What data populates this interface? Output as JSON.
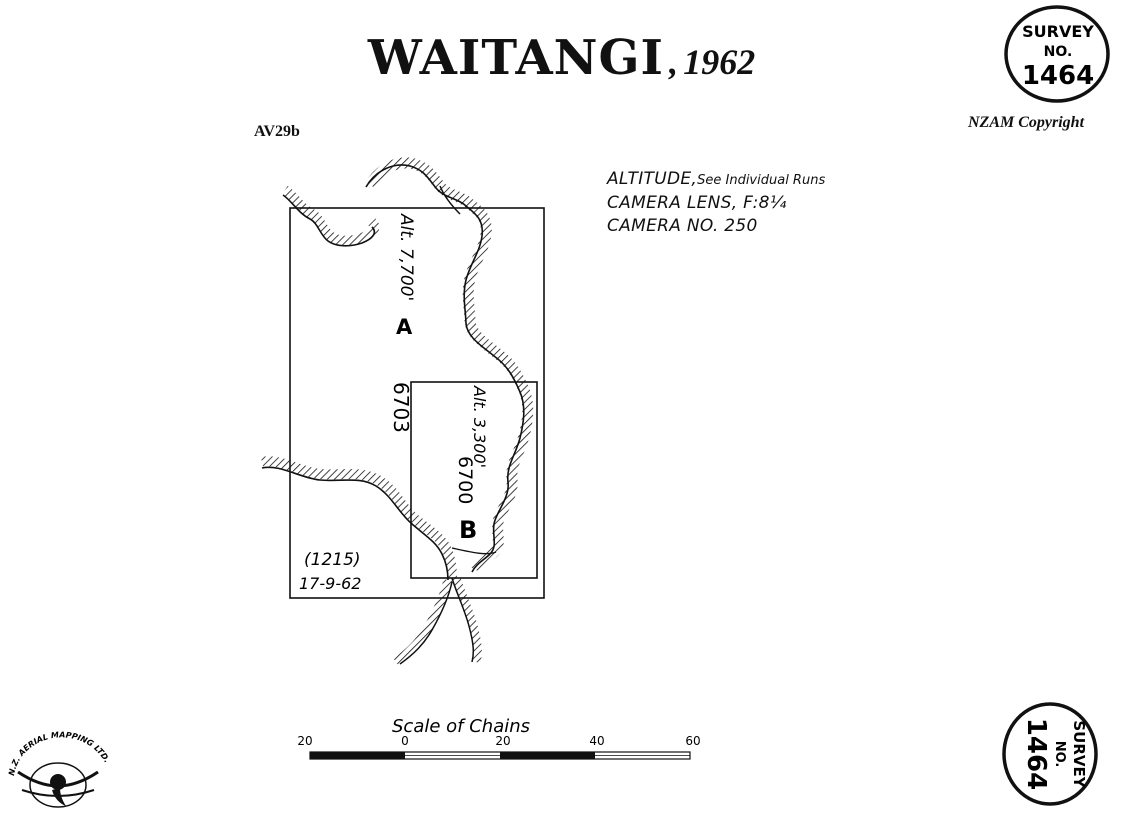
{
  "title": {
    "place": "WAITANGI",
    "separator": ",",
    "year": "1962"
  },
  "sheet_id": "AV29b",
  "copyright": "NZAM Copyright",
  "stamp_top": {
    "line1": "SURVEY",
    "line2": "NO.",
    "number": "1464"
  },
  "stamp_bottom": {
    "line1": "SURVEY",
    "line2": "NO.",
    "number": "1464"
  },
  "flight_info": {
    "altitude_label": "ALTITUDE,",
    "altitude_value": "See Individual Runs",
    "lens": "CAMERA LENS, F:8¼",
    "camera": "CAMERA NO. 250"
  },
  "runs": {
    "a": {
      "letter": "A",
      "altitude": "Alt. 7,700'",
      "run_number": "6703"
    },
    "b": {
      "letter": "B",
      "altitude": "Alt. 3,300'",
      "run_number": "6700"
    }
  },
  "flight_ref": {
    "ref": "(1215)",
    "date": "17-9-62"
  },
  "scale": {
    "title": "Scale of Chains",
    "ticks": [
      "20",
      "0",
      "20",
      "40",
      "60"
    ]
  },
  "logo": {
    "text": "N.Z. AERIAL MAPPING LTD."
  }
}
